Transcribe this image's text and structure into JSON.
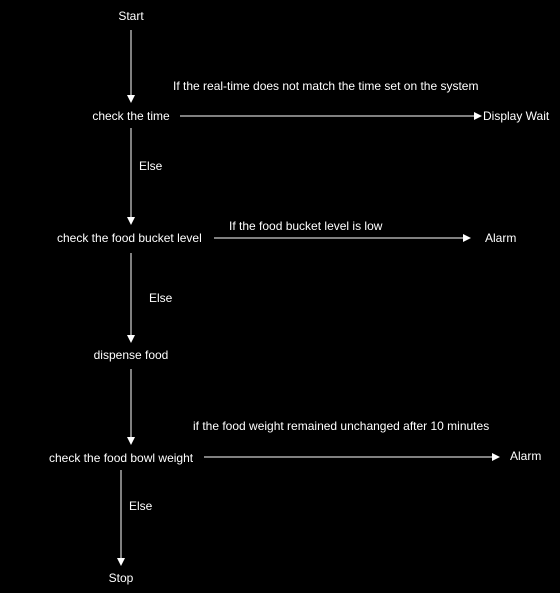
{
  "flowchart": {
    "start": "Start",
    "check_time": "check the time",
    "time_mismatch_condition": "If the real-time does not match the time set on the system",
    "display_wait": "Display Wait",
    "else_1": "Else",
    "check_bucket": "check the food bucket  level",
    "bucket_low_condition": "If the food bucket level is low",
    "alarm_1": "Alarm",
    "else_2": "Else",
    "dispense": "dispense food",
    "weight_unchanged_condition": "if the food weight remained unchanged after 10 minutes",
    "check_bowl": "check the food bowl weight",
    "alarm_2": "Alarm",
    "else_3": "Else",
    "stop": "Stop"
  },
  "colors": {
    "background": "#000000",
    "foreground": "#ffffff"
  }
}
